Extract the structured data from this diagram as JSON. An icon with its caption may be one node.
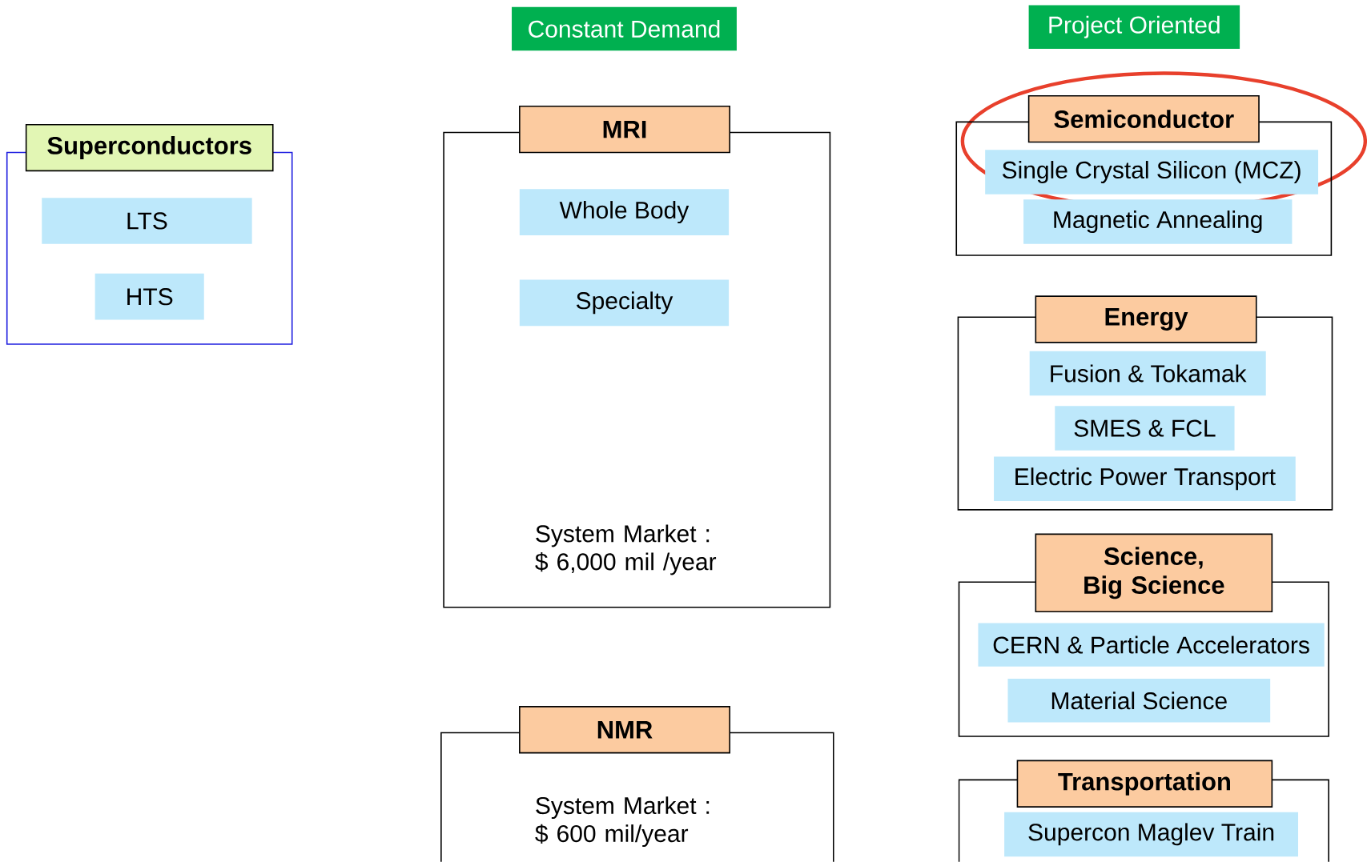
{
  "diagram": {
    "nodes": [
      {
        "text": [
          "Constant Demand"
        ]
      },
      {
        "text": [
          "Project Oriented"
        ]
      },
      {
        "text": [
          "Superconductors"
        ]
      },
      {
        "text": [
          "LTS"
        ],
        "in": 2
      },
      {
        "text": [
          "HTS"
        ],
        "in": 2
      },
      {
        "text": [
          "MRI",
          "System Market : $ 6,000 mil /year"
        ]
      },
      {
        "text": [
          "Whole Body"
        ],
        "in": 5
      },
      {
        "text": [
          "Specialty"
        ],
        "in": 5
      },
      {
        "text": [
          "NMR",
          "System Market : $ 600 mil/year"
        ]
      },
      {
        "text": [
          "Semiconductor"
        ]
      },
      {
        "text": [
          "Single Crystal Silicon (MCZ)"
        ],
        "in": 9
      },
      {
        "text": [
          "Magnetic Annealing"
        ],
        "in": 9
      },
      {
        "text": [
          "Energy"
        ]
      },
      {
        "text": [
          "Fusion & Tokamak"
        ],
        "in": 12
      },
      {
        "text": [
          "SMES & FCL"
        ],
        "in": 12
      },
      {
        "text": [
          "Electric Power Transport"
        ],
        "in": 12
      },
      {
        "text": [
          "Science, Big Science"
        ]
      },
      {
        "text": [
          "CERN & Particle Accelerators"
        ],
        "in": 16
      },
      {
        "text": [
          "Material Science"
        ],
        "in": 16
      },
      {
        "text": [
          "Transportation"
        ]
      },
      {
        "text": [
          "Supercon Maglev Train"
        ],
        "in": 19
      }
    ]
  }
}
